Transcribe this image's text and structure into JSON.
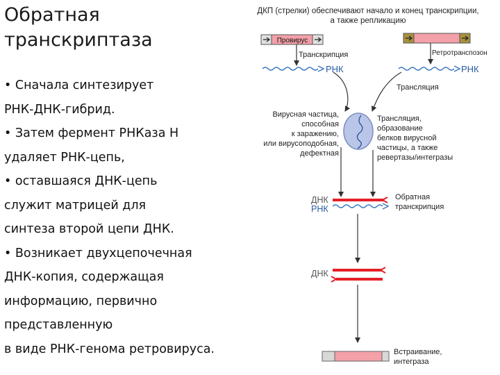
{
  "title": {
    "line1": "Обратная",
    "line2": "транскриптаза"
  },
  "text_lines": [
    "•  Сначала синтезирует",
    "РНК-ДНК-гибрид.",
    "•  Затем фермент РНКаза Н",
    "удаляет РНК-цепь,",
    "•  оставшаяся ДНК-цепь",
    "служит матрицей для",
    "синтеза второй цепи ДНК.",
    "•  Возникает двухцепочечная",
    " ДНК-копия, содержащая",
    "информацию, первично",
    "представленную",
    "в виде РНК-генома ретровируса."
  ],
  "diagram": {
    "header_line1": "ДКП (стрелки) обеспечивают начало и конец транскрипции,",
    "header_line2": "а также репликацию",
    "provirus": "Провирус",
    "retrotransposon": "Ретротранспозон",
    "transcription": "Транскрипция",
    "rna_left": "РНК",
    "rna_right": "РНК",
    "translation": "Трансляция",
    "virus_particle": [
      "Вирусная частица,",
      "способная",
      "к заражению,",
      "или вирусоподобная,",
      "дефектная"
    ],
    "translation_formation": [
      "Трансляция,",
      "образование",
      "белков вирусной",
      "частицы, а также",
      "ревертазы/интегразы"
    ],
    "dna_label": "ДНК",
    "rna_label": "РНК",
    "reverse_transcription": [
      "Обратная",
      "транскрипция"
    ],
    "dna_label_2": "ДНК",
    "integration": [
      "Встраивание,",
      "интеграза"
    ]
  },
  "colors": {
    "red_strand": "#e41f26",
    "dark_strand": "#222222",
    "pink_box": "#f3a0a8",
    "olive_box": "#a8913f",
    "blue_wave": "#3c78c0",
    "particle": "#b9c6e8"
  }
}
